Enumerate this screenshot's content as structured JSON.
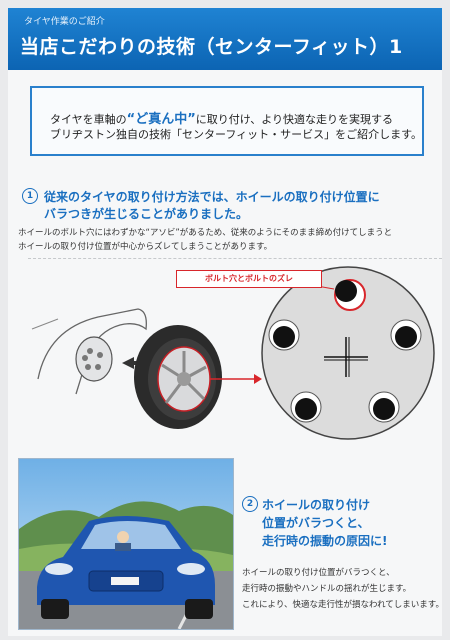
{
  "header": {
    "kicker": "タイヤ作業のご紹介",
    "title": "当店こだわりの技術（センターフィット）1"
  },
  "intro": {
    "line1_before": "タイヤを車軸の",
    "line1_emphasis": "“ど真ん中”",
    "line1_after": "に取り付け、より快適な走りを実現する",
    "line2": "ブリヂストン独自の技術「センターフィット・サービス」をご紹介します。"
  },
  "section1": {
    "number": "1",
    "heading_line1": "従来のタイヤの取り付け方法では、ホイールの取り付け位置に",
    "heading_line2": "バラつきが生じることがありました。",
    "body_line1": "ホイールのボルト穴にはわずかな“アソビ”があるため、従来のようにそのまま締め付けてしまうと",
    "body_line2": "ホイールの取り付け位置が中心からズレてしまうことがあります。",
    "callout": "ボルト穴とボルトのズレ"
  },
  "section2": {
    "number": "2",
    "heading_line1": "ホイールの取り付け",
    "heading_line2": "位置がバラつくと、",
    "heading_line3": "走行時の振動の原因に!",
    "body_line1": "ホイールの取り付け位置がバラつくと、",
    "body_line2": "走行時の振動やハンドルの揺れが生じます。",
    "body_line3": "これにより、快適な走行性が損なわれてしまいます。"
  },
  "colors": {
    "brand_blue": "#1a6fc0",
    "header_blue": "#0c64b3",
    "accent_red": "#d8262b"
  }
}
